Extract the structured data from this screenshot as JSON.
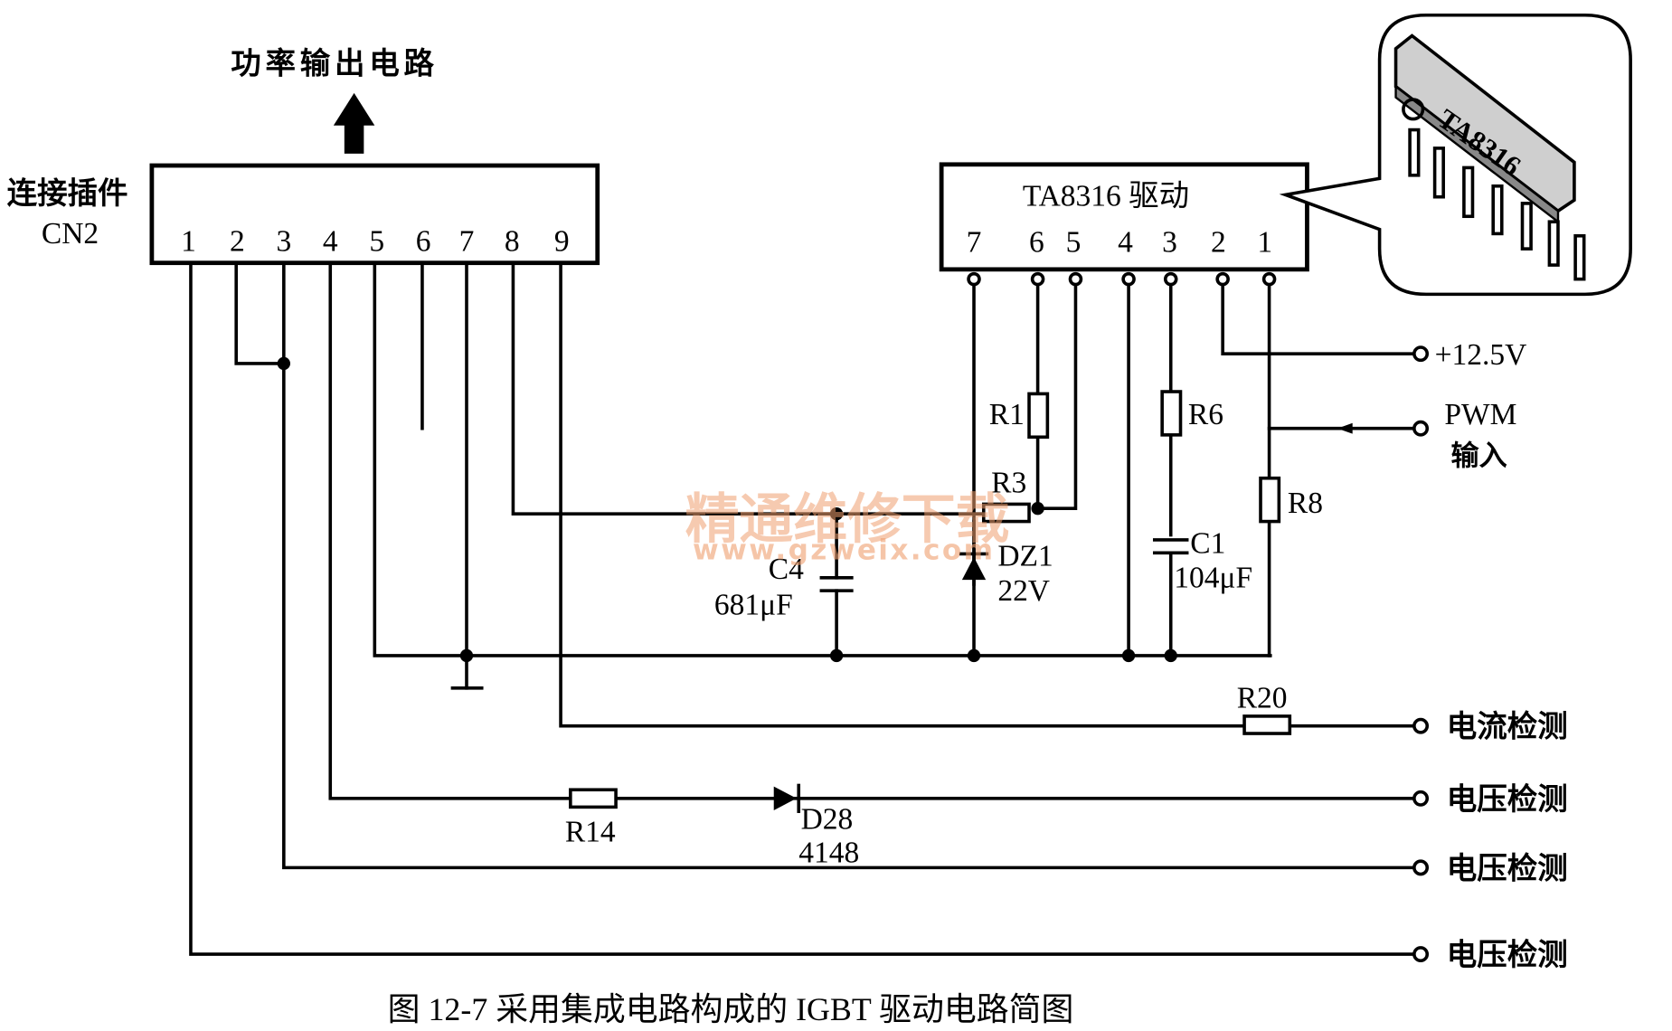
{
  "figure": {
    "caption": "图 12-7   采用集成电路构成的 IGBT 驱动电路简图"
  },
  "power_output": {
    "label": "功率输出电路"
  },
  "connector": {
    "label_line1": "连接插件",
    "label_line2": "CN2",
    "pins": [
      "1",
      "2",
      "3",
      "4",
      "5",
      "6",
      "7",
      "8",
      "9"
    ]
  },
  "driver_ic": {
    "title": "TA8316 驱动",
    "pins": [
      "7",
      "6",
      "5",
      "4",
      "3",
      "2",
      "1"
    ],
    "package_marking": "TA8316"
  },
  "components": {
    "r1": "R1",
    "r3": "R3",
    "r6": "R6",
    "r8": "R8",
    "r14": "R14",
    "r20": "R20",
    "c1": "C1",
    "c1_value": "104μF",
    "c4": "C4",
    "c4_value": "681μF",
    "dz1": "DZ1",
    "dz1_value": "22V",
    "d28": "D28",
    "d28_value": "4148"
  },
  "terminals": {
    "vcc": "+12.5V",
    "pwm_line1": "PWM",
    "pwm_line2": "输入",
    "current_detect": "电流检测",
    "voltage_detect_1": "电压检测",
    "voltage_detect_2": "电压检测",
    "voltage_detect_3": "电压检测"
  },
  "watermark": {
    "text_cn": "精通维修下载",
    "text_url": "www.gzweix.com"
  }
}
